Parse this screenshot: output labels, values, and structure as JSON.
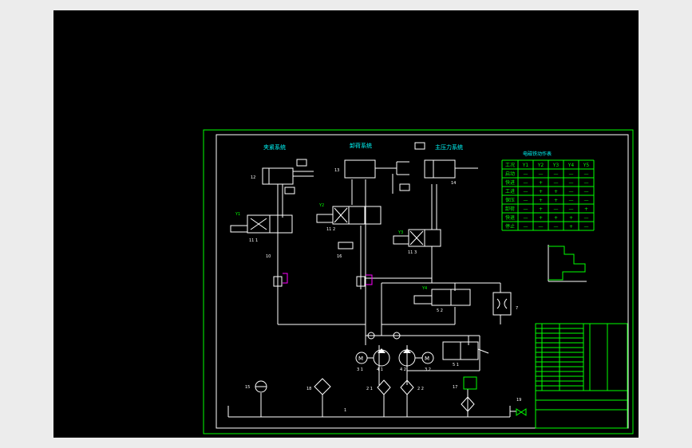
{
  "colors": {
    "background": "#ececec",
    "viewport": "#000000",
    "frame": "#00ff00",
    "line": "#ffffff",
    "title_text": "#00ffff",
    "table": "#00ff00",
    "accent": "#ff00ff"
  },
  "titles": {
    "clamp": "夹紧系统",
    "unload": "卸荷系统",
    "main_pressure": "主压力系统",
    "table": "电磁铁动作表"
  },
  "table": {
    "headers": [
      "工况",
      "Y1",
      "Y2",
      "Y3",
      "Y4",
      "Y5"
    ],
    "rows": [
      [
        "启动",
        "—",
        "—",
        "—",
        "—",
        "—"
      ],
      [
        "快进",
        "—",
        "+",
        "—",
        "—",
        "—"
      ],
      [
        "工进",
        "—",
        "+",
        "+",
        "—",
        "—"
      ],
      [
        "保压",
        "—",
        "+",
        "+",
        "—",
        "—"
      ],
      [
        "卸荷",
        "—",
        "+",
        "—",
        "—",
        "+"
      ],
      [
        "快退",
        "—",
        "+",
        "+",
        "+",
        "—"
      ],
      [
        "停止",
        "—",
        "—",
        "—",
        "+",
        "—"
      ]
    ]
  },
  "labels": {
    "c12": "12",
    "c13": "13",
    "c14": "14",
    "v111": "11 1",
    "v112": "11 2",
    "v113": "11 3",
    "v52": "5 2",
    "v51": "5 1",
    "item10": "10",
    "item7": "7",
    "item15": "15",
    "item16": "16",
    "item17": "17",
    "item18": "18",
    "m31": "3 1",
    "p41": "4 1",
    "p42": "4 2",
    "m32": "3 2",
    "f21": "2 1",
    "f22": "2 2",
    "item1": "1",
    "item19": "19",
    "y1": "Y1",
    "y2": "Y2",
    "y3": "Y3",
    "y4": "Y4"
  },
  "icons": {
    "motor": "motor-icon",
    "pump": "pump-icon",
    "filter": "filter-icon",
    "check_valve": "check-valve-icon"
  }
}
